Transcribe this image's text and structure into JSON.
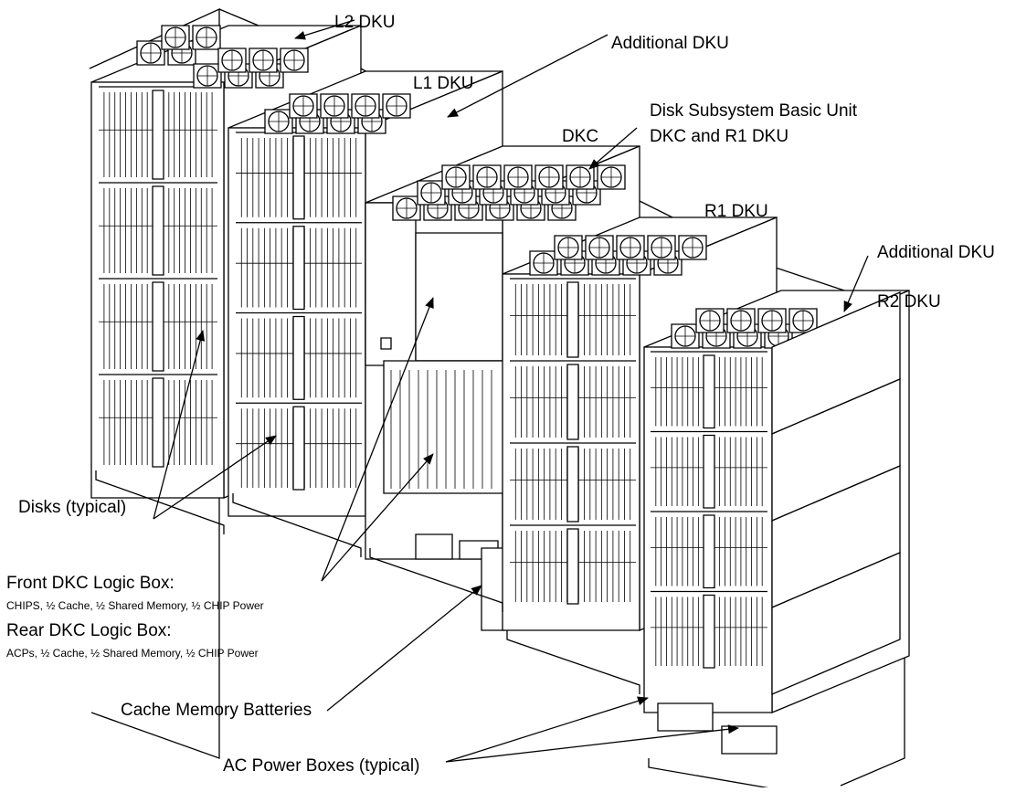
{
  "diagram": {
    "labels": {
      "l2_dku": "L2 DKU",
      "additional_dku_top": "Additional DKU",
      "l1_dku": "L1 DKU",
      "dkc": "DKC",
      "basic_unit_line1": "Disk Subsystem Basic Unit",
      "basic_unit_line2": "DKC and R1 DKU",
      "r1_dku": "R1 DKU",
      "additional_dku_right": "Additional DKU",
      "r2_dku": "R2 DKU",
      "disks": "Disks (typical)",
      "front_dkc_title": "Front DKC Logic Box:",
      "front_dkc_detail": "CHIPS, ½ Cache, ½ Shared Memory, ½ CHIP Power",
      "rear_dkc_title": "Rear DKC Logic Box:",
      "rear_dkc_detail": "ACPs, ½ Cache, ½ Shared Memory, ½ CHIP Power",
      "cache_batteries": "Cache Memory Batteries",
      "ac_power": "AC Power Boxes (typical)"
    }
  }
}
